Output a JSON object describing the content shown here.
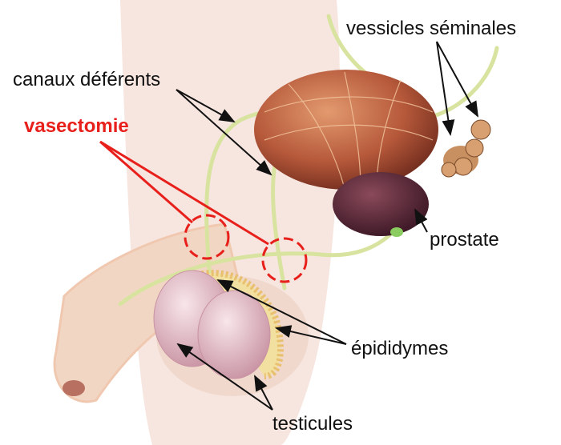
{
  "labels": {
    "seminal_vesicles": "vessicles séminales",
    "vas_deferens": "canaux déférents",
    "vasectomy": "vasectomie",
    "prostate": "prostate",
    "epididymis": "épididymes",
    "testicles": "testicules"
  },
  "colors": {
    "vasectomy_accent": "#e8201c",
    "vas_deferens": "#d9e3a0",
    "skin": "#f7e6e0",
    "bladder": "#b5583a",
    "prostate": "#5a2a3a",
    "testicle": "#e8c8d0"
  }
}
